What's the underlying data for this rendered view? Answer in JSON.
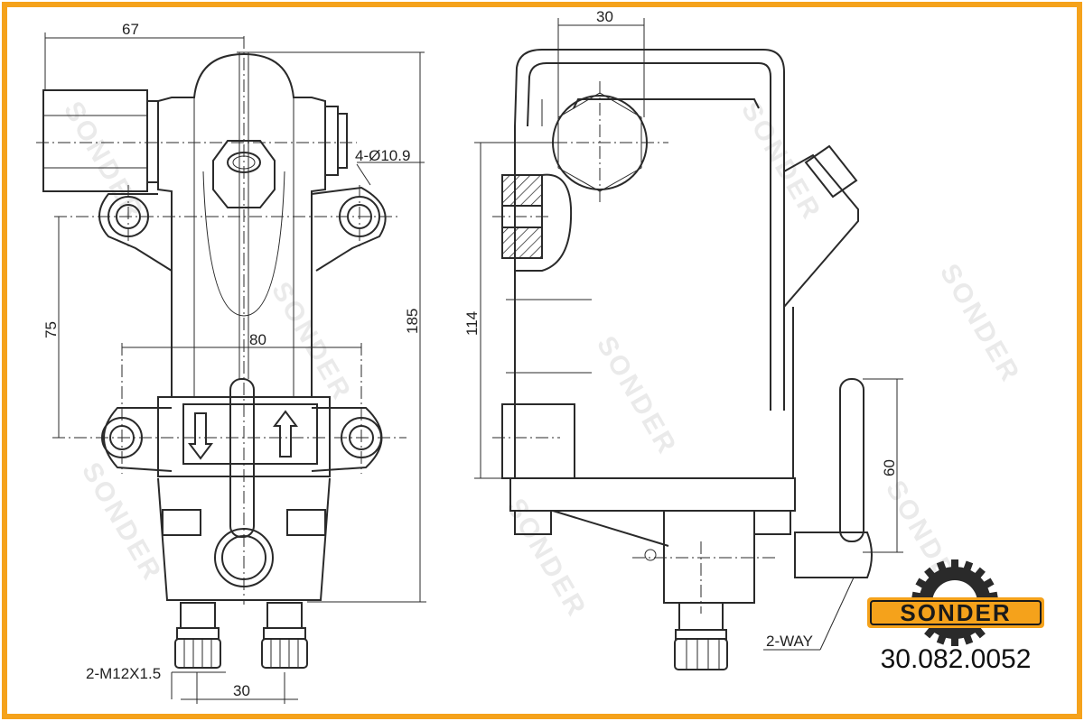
{
  "colors": {
    "frame": "#f5a21b",
    "brand_bg": "#f5a21b",
    "line": "#2a2a2a",
    "watermark": "#e0e0e0"
  },
  "watermark": {
    "text": "SONDER"
  },
  "brand": {
    "name": "SONDER",
    "icon": "gear-icon"
  },
  "part_number": "30.082.0052",
  "front_view": {
    "dims": {
      "width_67": "67",
      "holes": "4-Ø10.9",
      "height_185": "185",
      "hole_spacing_vertical": "75",
      "hole_spacing_horizontal": "80",
      "thread": "2-M12X1.5",
      "port_spacing": "30"
    }
  },
  "side_view": {
    "dims": {
      "width_30": "30",
      "height_114": "114",
      "handle_60": "60",
      "valve_type": "2-WAY"
    }
  }
}
